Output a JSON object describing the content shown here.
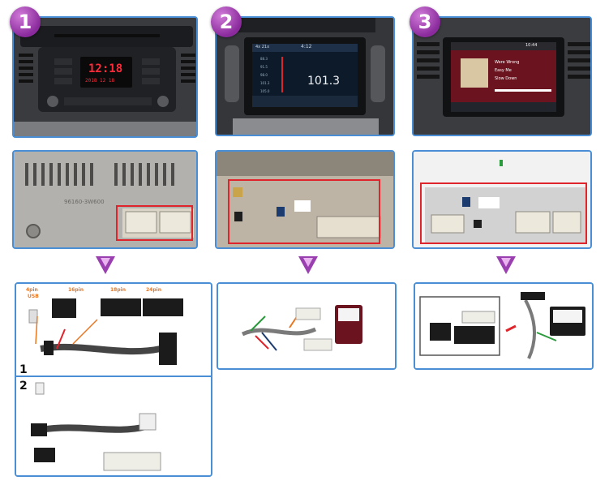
{
  "steps": [
    "1",
    "2",
    "3"
  ],
  "radio1": {
    "clock": "12:18",
    "date": "2018 12 18"
  },
  "radio2": {
    "header_left": "4x 21x",
    "header_time": "4:12",
    "freq": "101.3",
    "presets": [
      "88.3",
      "91.5",
      "98.0",
      "101.3",
      "105.0"
    ]
  },
  "radio3": {
    "time": "10:44",
    "songs": [
      "Were Wrong",
      "Easy Me",
      "Slow Down"
    ]
  },
  "back1": {
    "part_no": "96160-3W600"
  },
  "harness1": {
    "label_4pin": "4pin",
    "label_usb": "USB",
    "label_16pin": "16pin",
    "label_18pin": "18pin",
    "label_24pin": "24pin",
    "num_a": "1",
    "num_b": "2"
  },
  "colors": {
    "frame_border": "#4a8fd6",
    "badge": "#8a2a9c",
    "highlight": "#e0242c",
    "label_orange": "#e87722"
  }
}
